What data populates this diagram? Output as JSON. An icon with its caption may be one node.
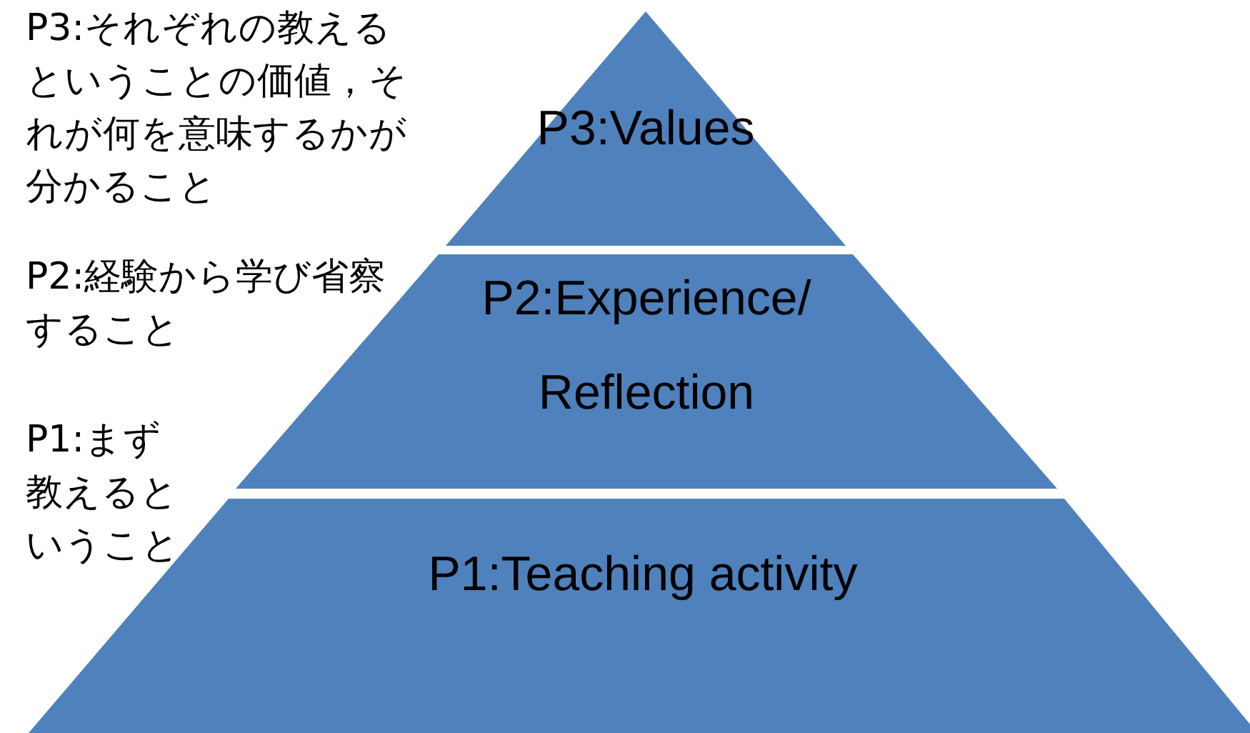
{
  "diagram": {
    "nodes": [
      {
        "text": [
          "P3:Values"
        ]
      },
      {
        "text": [
          "P2:Experience/ Reflection"
        ]
      },
      {
        "text": [
          "P1:Teaching activity"
        ]
      }
    ],
    "labels": [
      "P3:それぞれの教えるということの価値，それが何を意味するかが分かること",
      "P2:経験から学び省察すること",
      "P1:まず教えるということ"
    ]
  }
}
